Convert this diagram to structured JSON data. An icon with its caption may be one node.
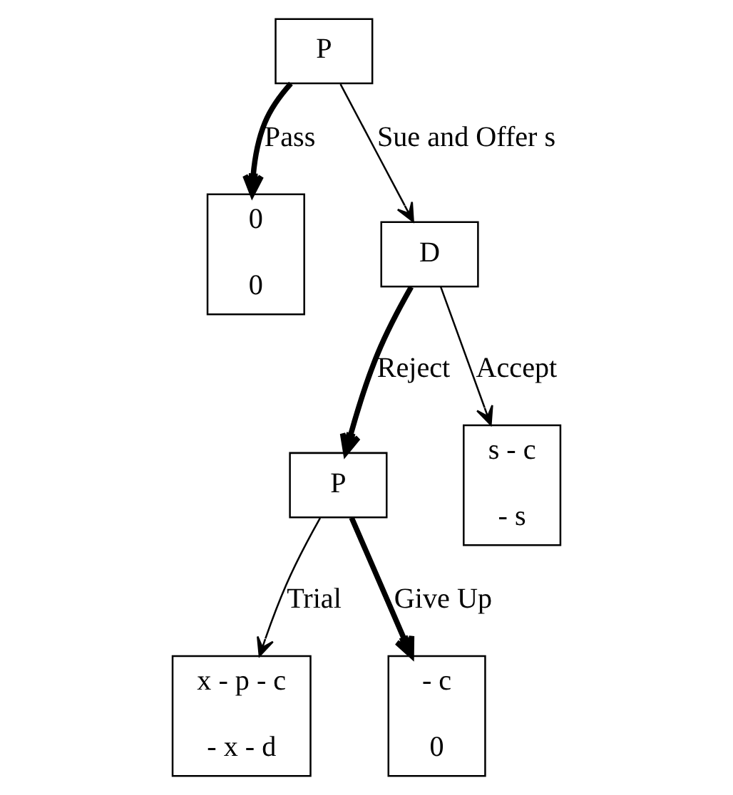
{
  "diagram": {
    "nodes": [
      {
        "text": [
          "P"
        ]
      },
      {
        "text": [
          "0",
          "0"
        ]
      },
      {
        "text": [
          "D"
        ]
      },
      {
        "text": [
          "P"
        ]
      },
      {
        "text": [
          "s - c",
          "- s"
        ]
      },
      {
        "text": [
          "x - p - c",
          "- x - d"
        ]
      },
      {
        "text": [
          "- c",
          "0"
        ]
      }
    ],
    "edges": [
      {
        "from": 0,
        "to": 1,
        "arrow": "to",
        "label": "Pass",
        "style": "thick"
      },
      {
        "from": 0,
        "to": 2,
        "arrow": "to",
        "label": "Sue and Offer s"
      },
      {
        "from": 2,
        "to": 3,
        "arrow": "to",
        "label": "Reject",
        "style": "thick"
      },
      {
        "from": 2,
        "to": 4,
        "arrow": "to",
        "label": "Accept"
      },
      {
        "from": 3,
        "to": 5,
        "arrow": "to",
        "label": "Trial"
      },
      {
        "from": 3,
        "to": 6,
        "arrow": "to",
        "label": "Give Up",
        "style": "thick"
      }
    ]
  }
}
